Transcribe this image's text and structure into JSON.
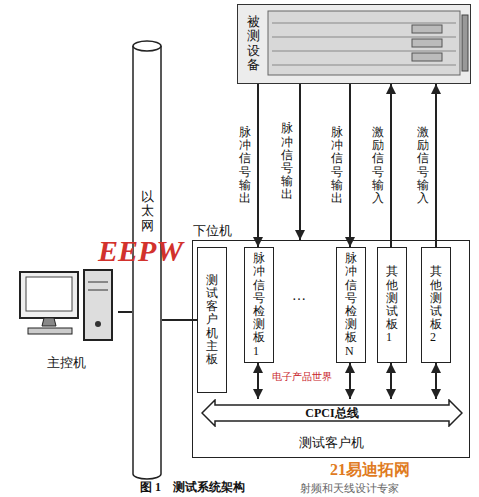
{
  "diagram": {
    "caption": "图 1　测试系统架构",
    "nodes": [
      {
        "text": [
          "被测设备"
        ]
      },
      {
        "text": [
          "主控机"
        ]
      },
      {
        "text": [
          "以太网"
        ]
      },
      {
        "text": [
          "下位机",
          "测试客户机"
        ]
      },
      {
        "text": [
          "测试客户机主板"
        ],
        "in": 3
      },
      {
        "text": [
          "脉冲信号检测板1"
        ],
        "in": 3
      },
      {
        "text": [
          "脉冲信号检测板N"
        ],
        "in": 3
      },
      {
        "text": [
          "其他测试板1"
        ],
        "in": 3
      },
      {
        "text": [
          "其他测试板2"
        ],
        "in": 3
      },
      {
        "text": [
          "CPCI总线"
        ],
        "in": 3
      }
    ],
    "edges": [
      {
        "from": 0,
        "to": 5,
        "arrow": "to",
        "label": "脉冲信号输出"
      },
      {
        "from": 0,
        "to": 3,
        "arrow": "to",
        "label": "脉冲信号输出"
      },
      {
        "from": 0,
        "to": 6,
        "arrow": "to",
        "label": "脉冲信号输出"
      },
      {
        "from": 7,
        "to": 0,
        "arrow": "to",
        "label": "激励信号输入"
      },
      {
        "from": 8,
        "to": 0,
        "arrow": "to",
        "label": "激励信号输入"
      },
      {
        "from": 5,
        "to": 9,
        "arrow": "both"
      },
      {
        "from": 6,
        "to": 9,
        "arrow": "both"
      },
      {
        "from": 7,
        "to": 9,
        "arrow": "both"
      },
      {
        "from": 8,
        "to": 9,
        "arrow": "both"
      },
      {
        "from": 1,
        "to": 2,
        "arrow": "none"
      },
      {
        "from": 2,
        "to": 4,
        "arrow": "none"
      }
    ],
    "labels": [
      "…",
      "EEPW",
      "电子产品世界",
      "21易迪拓网",
      "射频和天线设计专家"
    ]
  }
}
